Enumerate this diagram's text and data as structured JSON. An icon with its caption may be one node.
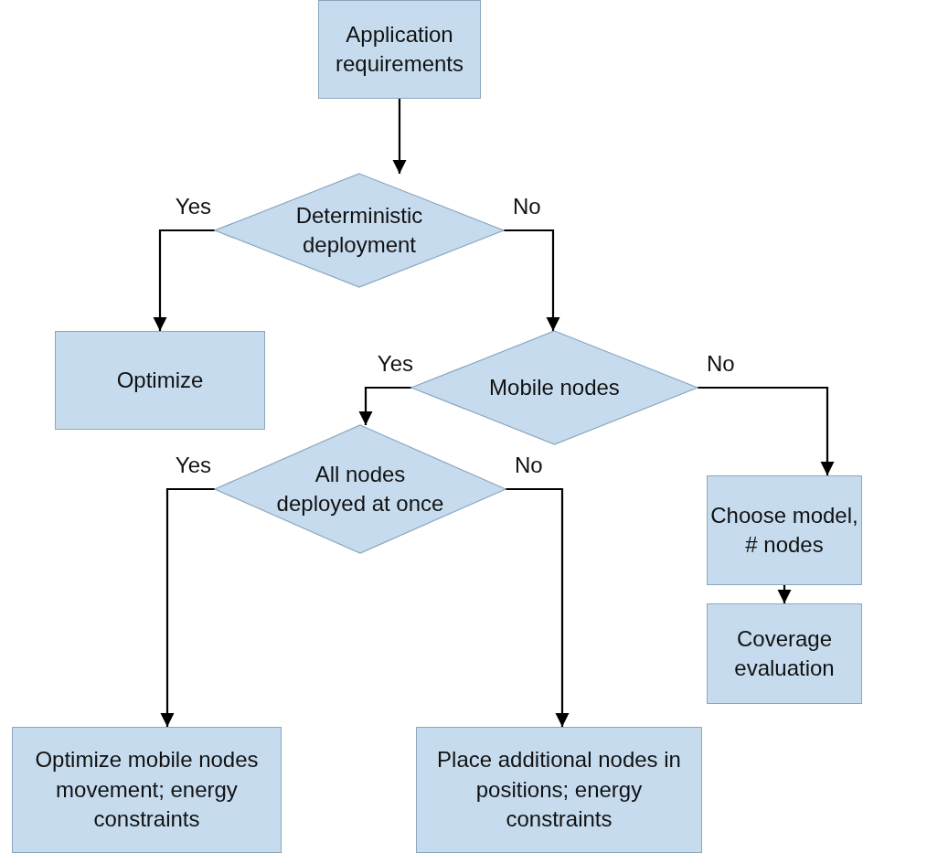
{
  "diagram": {
    "nodes": [
      {
        "text": [
          "Application requirements"
        ]
      },
      {
        "text": [
          "Deterministic deployment"
        ]
      },
      {
        "text": [
          "Optimize"
        ]
      },
      {
        "text": [
          "Mobile nodes"
        ]
      },
      {
        "text": [
          "Choose model, # nodes"
        ]
      },
      {
        "text": [
          "Coverage evaluation"
        ]
      },
      {
        "text": [
          "All nodes deployed at once"
        ]
      },
      {
        "text": [
          "Optimize mobile nodes movement; energy constraints"
        ]
      },
      {
        "text": [
          "Place additional nodes in positions; energy constraints"
        ]
      }
    ],
    "edges": [
      {
        "from": 0,
        "to": 1,
        "arrow": "to"
      },
      {
        "from": 1,
        "to": 2,
        "arrow": "to",
        "label": "Yes"
      },
      {
        "from": 1,
        "to": 3,
        "arrow": "to",
        "label": "No"
      },
      {
        "from": 3,
        "to": 6,
        "arrow": "to",
        "label": "Yes"
      },
      {
        "from": 3,
        "to": 4,
        "arrow": "to",
        "label": "No"
      },
      {
        "from": 4,
        "to": 5,
        "arrow": "to"
      },
      {
        "from": 6,
        "to": 7,
        "arrow": "to",
        "label": "Yes"
      },
      {
        "from": 6,
        "to": 8,
        "arrow": "to",
        "label": "No"
      }
    ]
  }
}
